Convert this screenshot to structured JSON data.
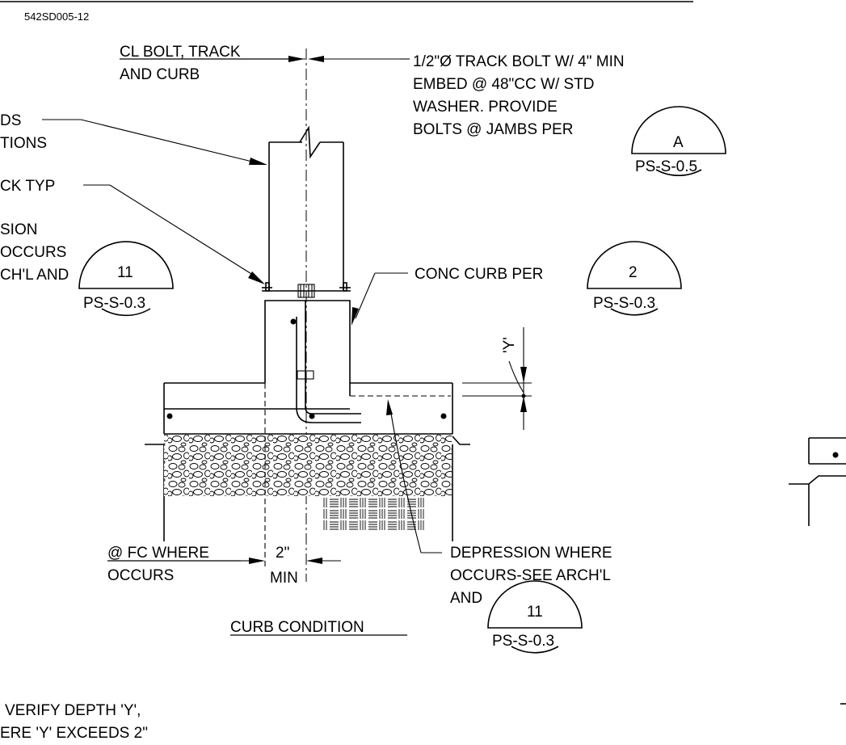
{
  "sheet_id": "542SD005-12",
  "callouts": {
    "cl_bolt": [
      "CL BOLT, TRACK",
      "AND CURB"
    ],
    "track_bolt": [
      "1/2\"Ø TRACK BOLT W/ 4\" MIN",
      "EMBED @ 48\"CC W/ STD",
      "WASHER. PROVIDE",
      "BOLTS @ JAMBS PER"
    ],
    "studs": [
      "DS",
      "TIONS"
    ],
    "track": [
      "CK TYP"
    ],
    "depression_left": [
      "SION",
      "OCCURS",
      "CH'L AND"
    ],
    "conc_curb": "CONC CURB PER",
    "fc_where": [
      "@ FC WHERE",
      "OCCURS"
    ],
    "min_dim": [
      "2\"",
      "MIN"
    ],
    "depression_right": [
      "DEPRESSION WHERE",
      "OCCURS-SEE ARCH'L",
      "AND"
    ],
    "dim_y": "'Y'"
  },
  "detail_markers": {
    "a_bubble": {
      "top": "A",
      "bottom": "PS-S-0.5"
    },
    "left_bubble": {
      "top": "11",
      "bottom": "PS-S-0.3"
    },
    "curb_bubble": {
      "top": "2",
      "bottom": "PS-S-0.3"
    },
    "bottom_bubble": {
      "top": "11",
      "bottom": "PS-S-0.3"
    }
  },
  "title": "CURB CONDITION",
  "notes": [
    "VERIFY DEPTH 'Y',",
    "ERE 'Y' EXCEEDS 2\""
  ]
}
